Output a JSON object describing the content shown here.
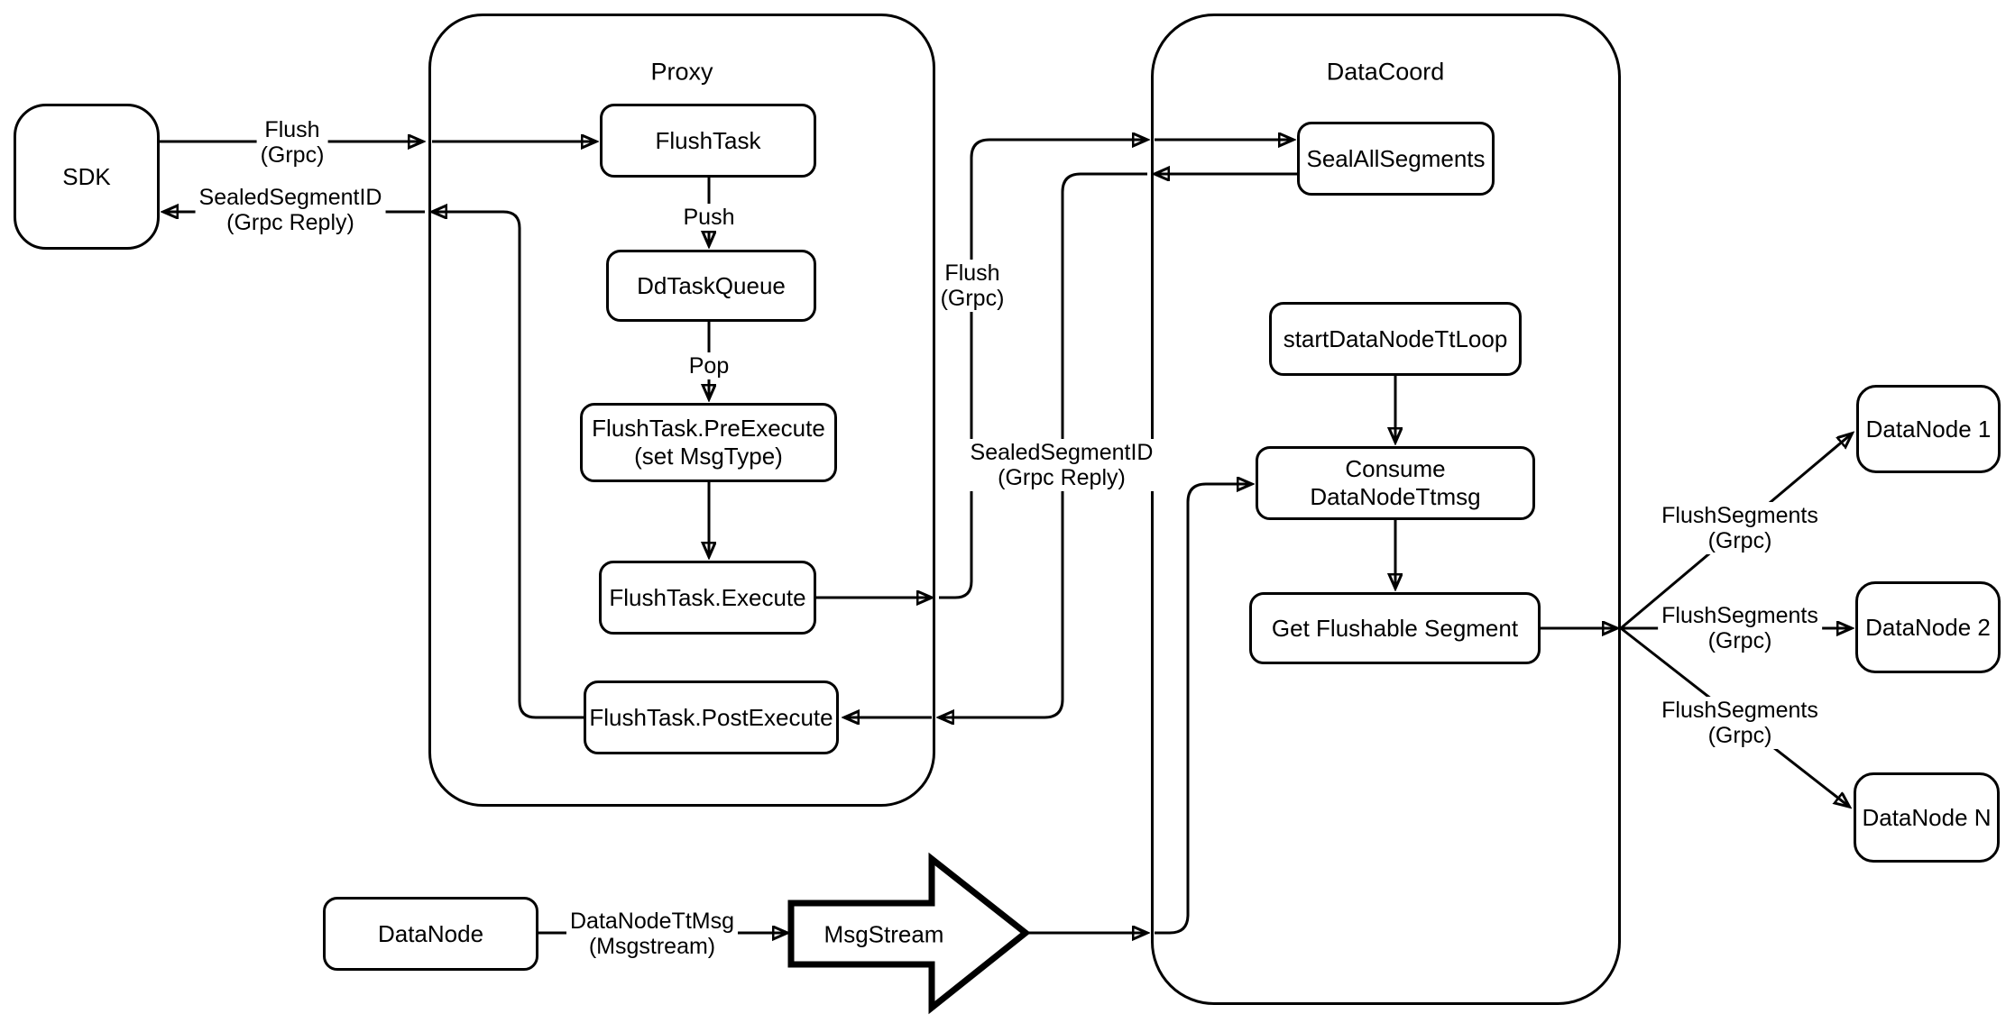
{
  "diagram": {
    "colors": {
      "stroke": "#000000",
      "background": "#ffffff"
    },
    "containers": {
      "proxy": "Proxy",
      "datacoord": "DataCoord"
    },
    "nodes": {
      "sdk": "SDK",
      "flush_task": "FlushTask",
      "dd_task_queue": "DdTaskQueue",
      "pre_execute": {
        "line1": "FlushTask.PreExecute",
        "line2": "(set MsgType)"
      },
      "execute": "FlushTask.Execute",
      "post_execute": "FlushTask.PostExecute",
      "seal_all_segments": "SealAllSegments",
      "start_datanode_tt_loop": "startDataNodeTtLoop",
      "consume_datanode_ttmsg": "Consume DataNodeTtmsg",
      "get_flushable_segment": "Get Flushable Segment",
      "datanode_1": "DataNode 1",
      "datanode_2": "DataNode 2",
      "datanode_n": "DataNode N",
      "datanode_bottom": "DataNode",
      "msgstream": "MsgStream"
    },
    "edge_labels": {
      "sdk_flush": {
        "line1": "Flush",
        "line2": "(Grpc)"
      },
      "sdk_reply": {
        "line1": "SealedSegmentID",
        "line2": "(Grpc Reply)"
      },
      "push": "Push",
      "pop": "Pop",
      "mid_flush": {
        "line1": "Flush",
        "line2": "(Grpc)"
      },
      "mid_reply": {
        "line1": "SealedSegmentID",
        "line2": "(Grpc Reply)"
      },
      "flush_segments_1": {
        "line1": "FlushSegments",
        "line2": "(Grpc)"
      },
      "flush_segments_2": {
        "line1": "FlushSegments",
        "line2": "(Grpc)"
      },
      "flush_segments_3": {
        "line1": "FlushSegments",
        "line2": "(Grpc)"
      },
      "datanode_ttmsg": {
        "line1": "DataNodeTtMsg",
        "line2": "(Msgstream)"
      }
    }
  }
}
